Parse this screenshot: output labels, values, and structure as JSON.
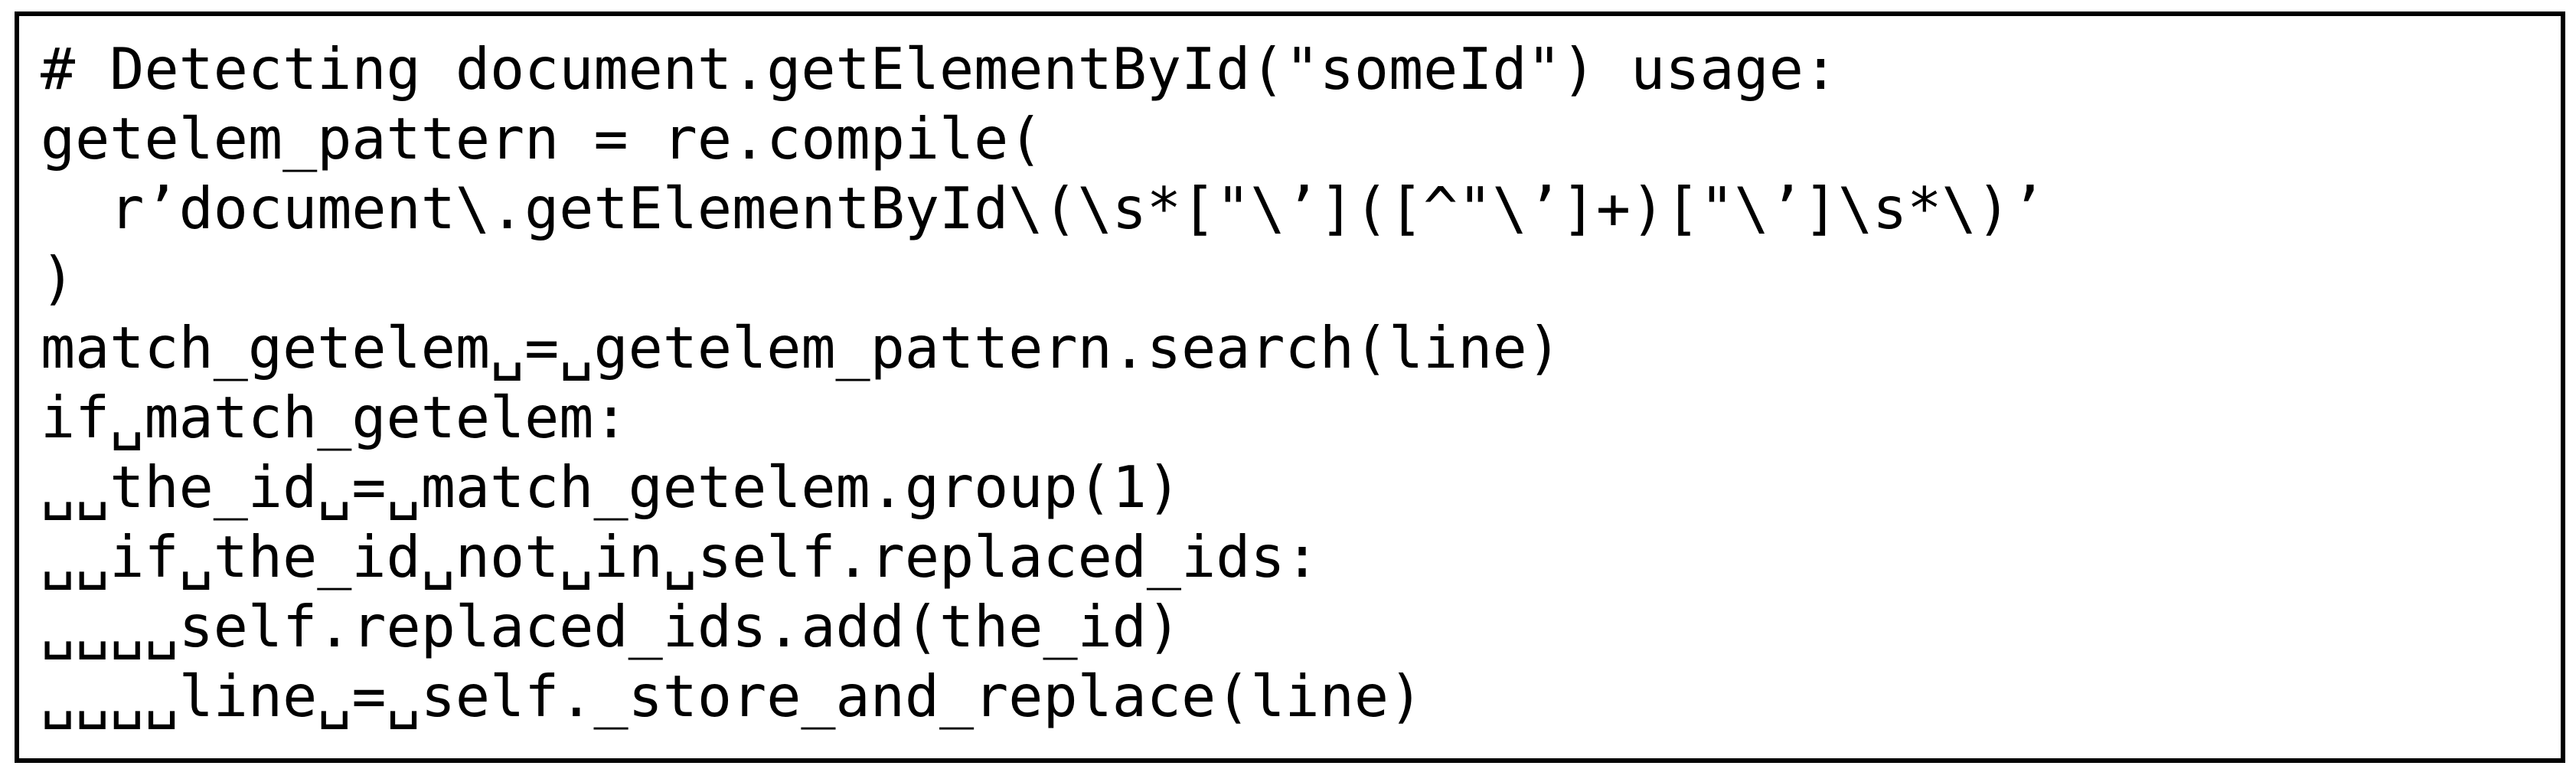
{
  "listing": {
    "language": "python",
    "border_color": "#000000",
    "background_color": "#ffffff",
    "text_color": "#000000",
    "lines": [
      "# Detecting document.getElementById(\"someId\") usage:",
      "getelem_pattern = re.compile(",
      "  r’document\\.getElementById\\(\\s*[\"\\’]([^\"\\’]+)[\"\\’]\\s*\\)’",
      ")",
      "match_getelem␣=␣getelem_pattern.search(line)",
      "if␣match_getelem:",
      "␣␣the_id␣=␣match_getelem.group(1)",
      "␣␣if␣the_id␣not␣in␣self.replaced_ids:",
      "␣␣␣␣self.replaced_ids.add(the_id)",
      "␣␣␣␣line␣=␣self._store_and_replace(line)"
    ]
  }
}
